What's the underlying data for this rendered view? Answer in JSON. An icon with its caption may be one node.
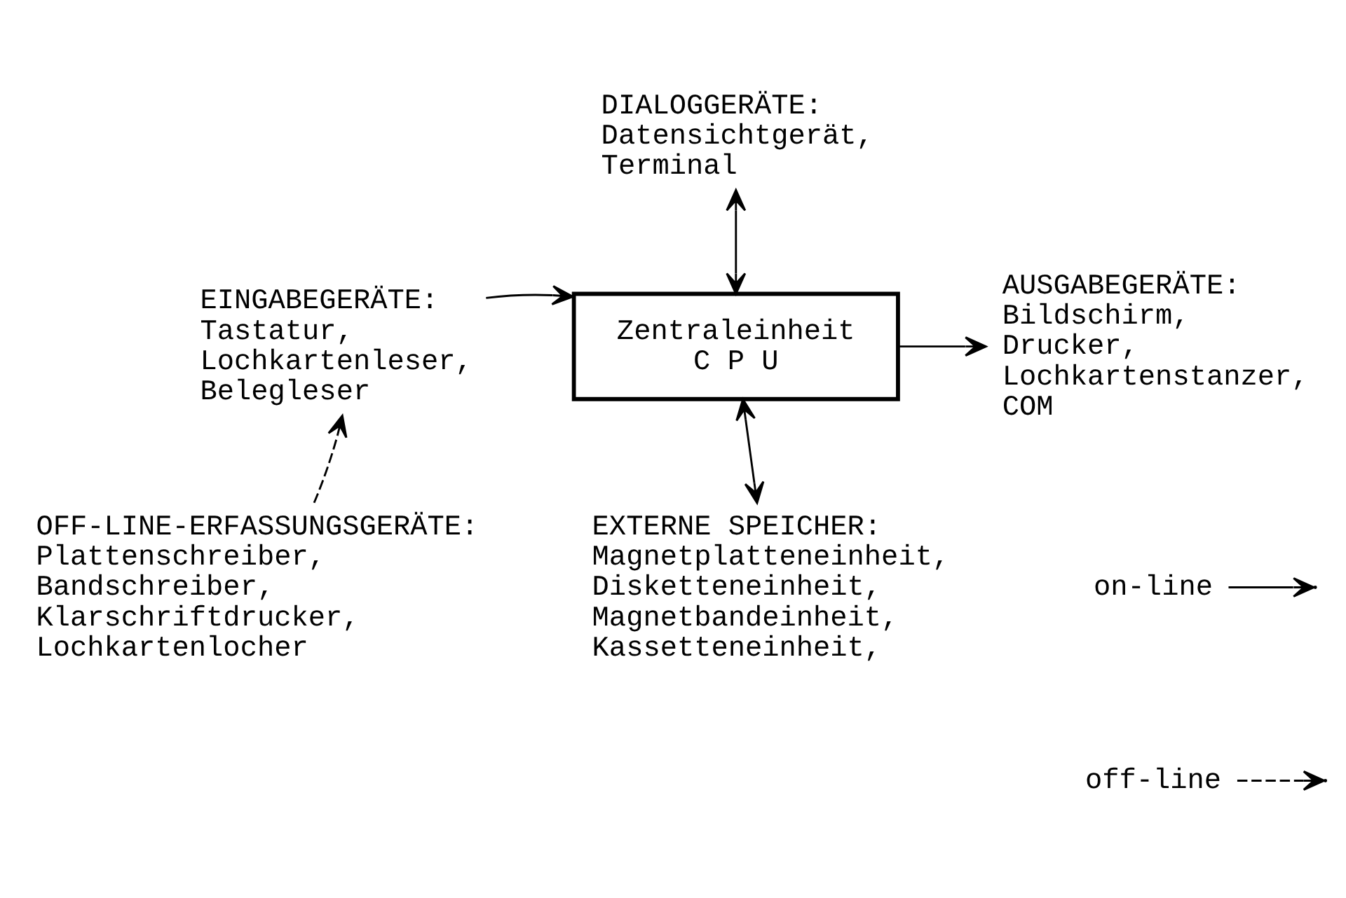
{
  "diagram": {
    "nodes": [
      {
        "text": [
          "DIALOGGERÄTE:",
          "Datensichtgerät, Terminal"
        ]
      },
      {
        "text": [
          "EINGABEGERÄTE:",
          "Tastatur, Lochkartenleser, Belegleser"
        ]
      },
      {
        "text": [
          "Zentraleinheit",
          "C P U"
        ]
      },
      {
        "text": [
          "AUSGABEGERÄTE:",
          "Bildschirm, Drucker, Lochkartenstanzer, COM"
        ]
      },
      {
        "text": [
          "EXTERNE SPEICHER:",
          "Magnetplatteneinheit, Disketteneinheit, Magnetbandeinheit, Kassetteneinheit,"
        ]
      },
      {
        "text": [
          "OFF-LINE-ERFASSUNGSGERÄTE:",
          "Plattenschreiber, Bandschreiber, Klarschriftdrucker, Lochkartenlocher"
        ]
      }
    ],
    "edges": [
      {
        "from": 0,
        "to": 2,
        "arrow": "both"
      },
      {
        "from": 1,
        "to": 2,
        "arrow": "to"
      },
      {
        "from": 2,
        "to": 3,
        "arrow": "to"
      },
      {
        "from": 2,
        "to": 4,
        "arrow": "both"
      },
      {
        "from": 5,
        "to": 1,
        "arrow": "to",
        "style": "dashed"
      }
    ],
    "legend": [
      {
        "text": "on-line"
      },
      {
        "text": "off-line"
      }
    ]
  }
}
